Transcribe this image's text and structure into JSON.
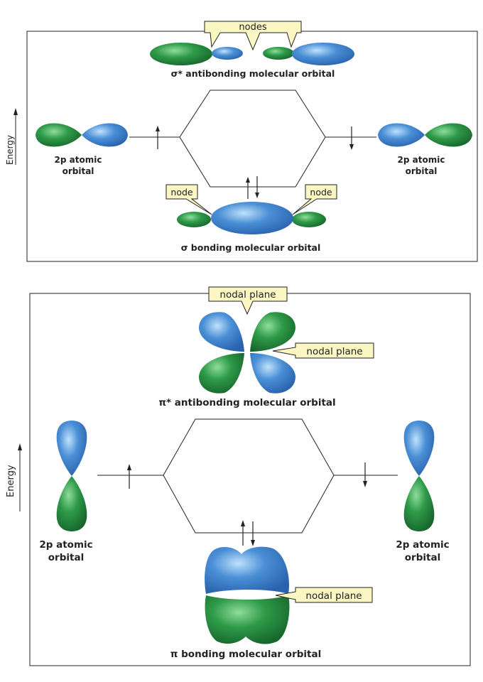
{
  "colors": {
    "green_lobe": "#2e9a48",
    "blue_lobe": "#4a8fd6",
    "callout_fill": "#fbf6c2",
    "line": "#222222"
  },
  "panel_sigma": {
    "energy_label": "Energy",
    "antibonding_label": "σ* antibonding molecular orbital",
    "bonding_label": "σ bonding molecular orbital",
    "nodes_callout": "nodes",
    "node_left_callout": "node",
    "node_right_callout": "node",
    "left_atomic_label_1": "2p atomic",
    "left_atomic_label_2": "orbital",
    "right_atomic_label_1": "2p atomic",
    "right_atomic_label_2": "orbital"
  },
  "panel_pi": {
    "energy_label": "Energy",
    "antibonding_label": "π* antibonding molecular orbital",
    "bonding_label": "π bonding molecular orbital",
    "nodal_plane_top": "nodal plane",
    "nodal_plane_antibonding": "nodal plane",
    "nodal_plane_bonding": "nodal plane",
    "left_atomic_label_1": "2p atomic",
    "left_atomic_label_2": "orbital",
    "right_atomic_label_1": "2p atomic",
    "right_atomic_label_2": "orbital"
  }
}
